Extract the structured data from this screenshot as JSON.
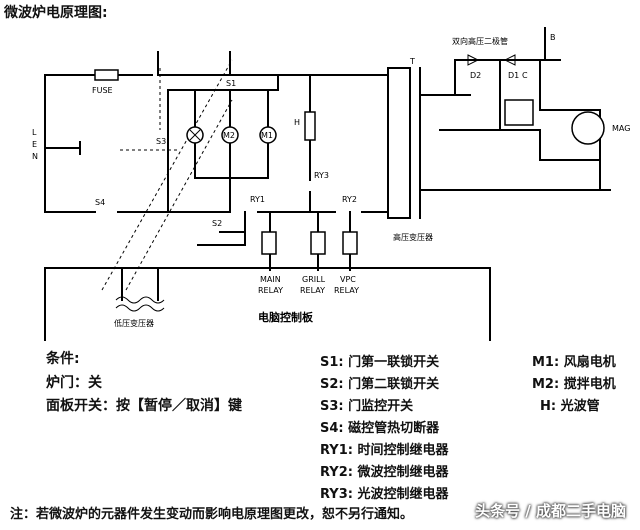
{
  "title": "微波炉电原理图:",
  "labels": {
    "fuse": "FUSE",
    "L": "L",
    "E": "E",
    "N": "N",
    "S1": "S1",
    "S2": "S2",
    "S3": "S3",
    "S4": "S4",
    "M2": "M2",
    "M1": "M1",
    "H": "H",
    "RY1": "RY1",
    "RY2": "RY2",
    "RY3": "RY3",
    "T": "T",
    "diode_title": "双向高压二极管",
    "D2": "D2",
    "D1": "D1",
    "C": "C",
    "B": "B",
    "MAG": "MAG",
    "hv_transformer": "高压变压器",
    "lv_transformer": "低压变压器",
    "relay_main": [
      "MAIN",
      "RELAY"
    ],
    "relay_grill": [
      "GRILL",
      "RELAY"
    ],
    "relay_vpc": [
      "VPC",
      "RELAY"
    ],
    "control_board": "电脑控制板"
  },
  "conditions": {
    "heading": "条件:",
    "door": "炉门：关",
    "panel": "面板开关：按【暂停／取消】键"
  },
  "legend_mid": [
    {
      "sym": "S1:",
      "desc": "门第一联锁开关"
    },
    {
      "sym": "S2:",
      "desc": "门第二联锁开关"
    },
    {
      "sym": "S3:",
      "desc": "门监控开关"
    },
    {
      "sym": "S4:",
      "desc": "磁控管热切断器"
    },
    {
      "sym": "RY1:",
      "desc": "时间控制继电器"
    },
    {
      "sym": "RY2:",
      "desc": "微波控制继电器"
    },
    {
      "sym": "RY3:",
      "desc": "光波控制继电器"
    }
  ],
  "legend_right": [
    {
      "sym": "M1:",
      "desc": "风扇电机"
    },
    {
      "sym": "M2:",
      "desc": "搅拌电机"
    },
    {
      "sym": "H:",
      "desc": "光波管"
    }
  ],
  "note": "注：若微波炉的元器件发生变动而影响电原理图更改，恕不另行通知。",
  "watermark": "头条号 / 成都二手电脑"
}
